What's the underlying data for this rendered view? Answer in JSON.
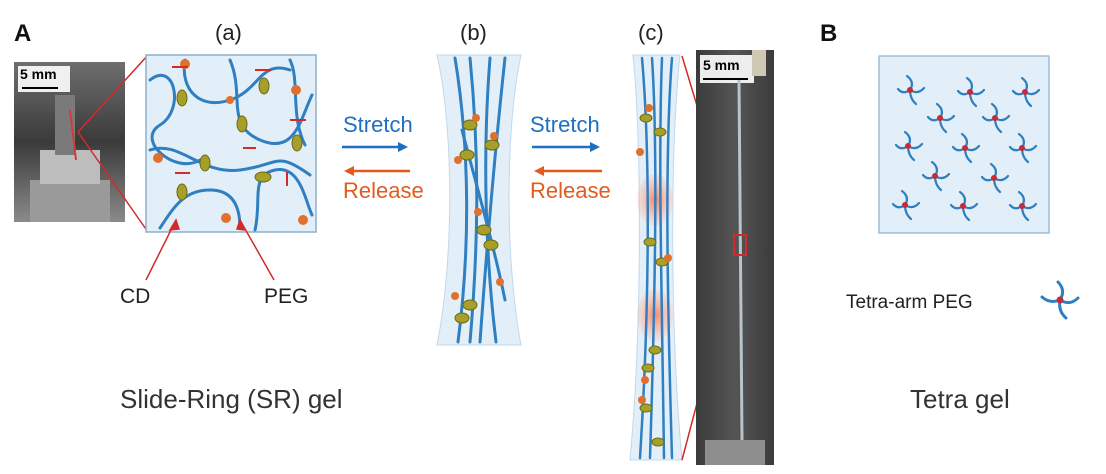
{
  "panels": {
    "A": "A",
    "B": "B"
  },
  "subpanels": {
    "a": "(a)",
    "b": "(b)",
    "c": "(c)"
  },
  "scale_bars": {
    "photo_left": "5 mm",
    "photo_right": "5 mm"
  },
  "arrows": {
    "stretch_1": "Stretch",
    "release_1": "Release",
    "stretch_2": "Stretch",
    "release_2": "Release"
  },
  "labels": {
    "cd": "CD",
    "peg": "PEG",
    "tetra_arm_peg": "Tetra-arm PEG"
  },
  "captions": {
    "sr_gel": "Slide-Ring (SR) gel",
    "tetra_gel": "Tetra gel"
  },
  "colors": {
    "polymer": "#2f7fc1",
    "ring": "#a6a02b",
    "endcap": "#e0702c",
    "stretch": "#1e6fc0",
    "release": "#e25a1c",
    "gel_bg": "#e3eff8",
    "zoom_line": "#d42a2a"
  }
}
